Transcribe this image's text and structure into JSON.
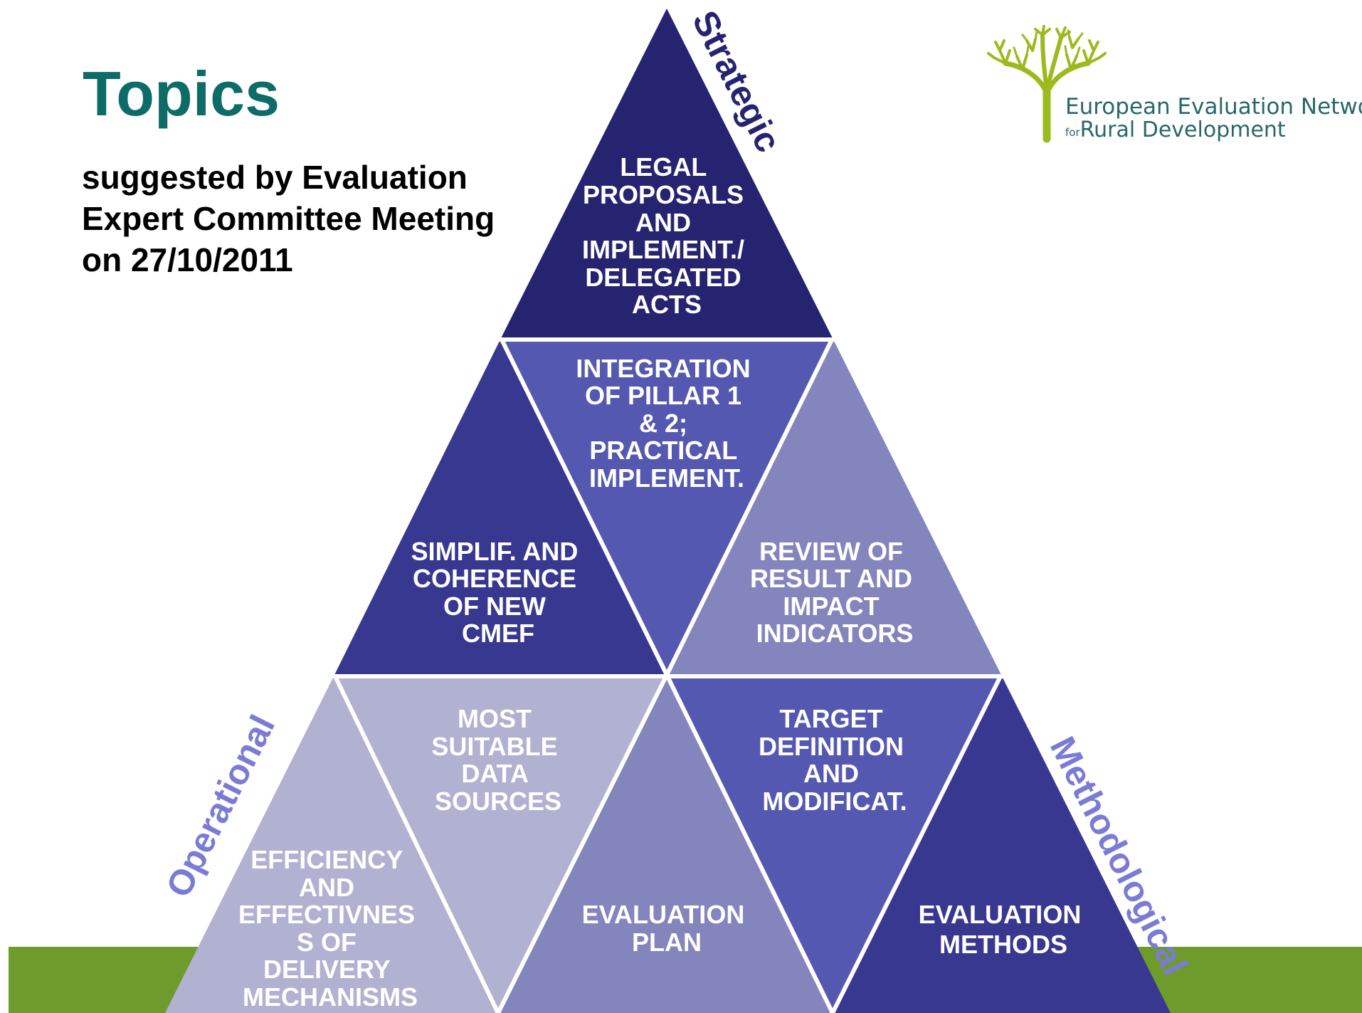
{
  "slide": {
    "title": "Topics",
    "subtitle_lines": [
      "suggested by Evaluation",
      "Expert Committee Meeting",
      "on 27/10/2011"
    ]
  },
  "logo": {
    "line1": "European Evaluation Network",
    "line2_prefix": "for",
    "line2": "Rural Development"
  },
  "colors": {
    "title": "#0d6b68",
    "band": "#6e9b2b",
    "dark_navy": "#262470",
    "navy": "#383891",
    "medium_blue": "#5558b0",
    "lavender": "#8585bd",
    "light_lavender": "#b1b1d1",
    "side_label_dark": "#262470",
    "side_label_light": "#7b7bd6"
  },
  "pyramid": {
    "side_labels": {
      "top": "Strategic",
      "left": "Operational",
      "right": "Methodological"
    },
    "triangles": [
      {
        "id": "legal",
        "label_lines": [
          "LEGAL",
          "PROPOSALS",
          "AND",
          "IMPLEMENT./",
          "DELEGATED",
          "ACTS"
        ]
      },
      {
        "id": "integration",
        "label_lines": [
          "INTEGRATION",
          "OF PILLAR 1",
          "& 2;",
          "PRACTICAL",
          "IMPLEMENT."
        ]
      },
      {
        "id": "simplif",
        "label_lines": [
          "SIMPLIF. AND",
          "COHERENCE",
          "OF NEW",
          "CMEF"
        ]
      },
      {
        "id": "review",
        "label_lines": [
          "REVIEW OF",
          "RESULT AND",
          "IMPACT",
          "INDICATORS"
        ]
      },
      {
        "id": "data-sources",
        "label_lines": [
          "MOST",
          "SUITABLE",
          "DATA",
          "SOURCES"
        ]
      },
      {
        "id": "target",
        "label_lines": [
          "TARGET",
          "DEFINITION",
          "AND",
          "MODIFICAT."
        ]
      },
      {
        "id": "efficiency",
        "label_lines": [
          "EFFICIENCY",
          "AND",
          "EFFECTIVNES",
          "S OF",
          "DELIVERY",
          "MECHANISMS"
        ]
      },
      {
        "id": "evaluation-plan",
        "label_lines": [
          "EVALUATION",
          "PLAN"
        ]
      },
      {
        "id": "evaluation-methods",
        "label_lines": [
          "EVALUATION",
          "METHODS"
        ]
      }
    ]
  }
}
